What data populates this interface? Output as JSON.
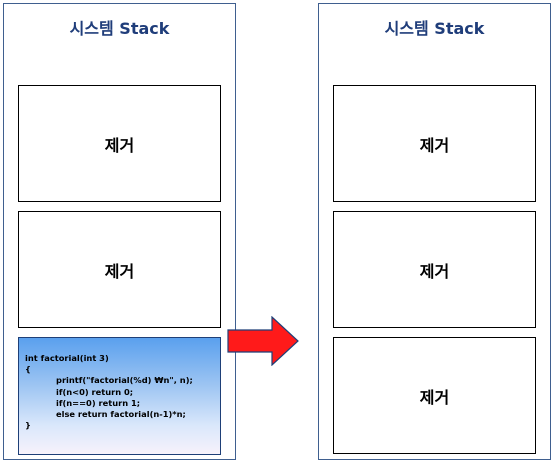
{
  "left_panel": {
    "title": "시스템 Stack",
    "slots": [
      "제거",
      "제거"
    ],
    "code_lines": [
      "int factorial(int 3)",
      "{",
      "printf(\"factorial(%d) ₩n\", n);",
      "if(n<0) return 0;",
      "if(n==0) return 1;",
      "else return factorial(n-1)*n;",
      "}"
    ]
  },
  "right_panel": {
    "title": "시스템 Stack",
    "slots": [
      "제거",
      "제거",
      "제거"
    ]
  },
  "colors": {
    "panel_border": "#3f5f8f",
    "title_text": "#1f3d7a",
    "arrow_fill": "#ff1a1a",
    "arrow_stroke": "#1e3f77",
    "code_gradient_top": "#5aa0ee",
    "code_gradient_bottom": "#f7f2fb"
  }
}
